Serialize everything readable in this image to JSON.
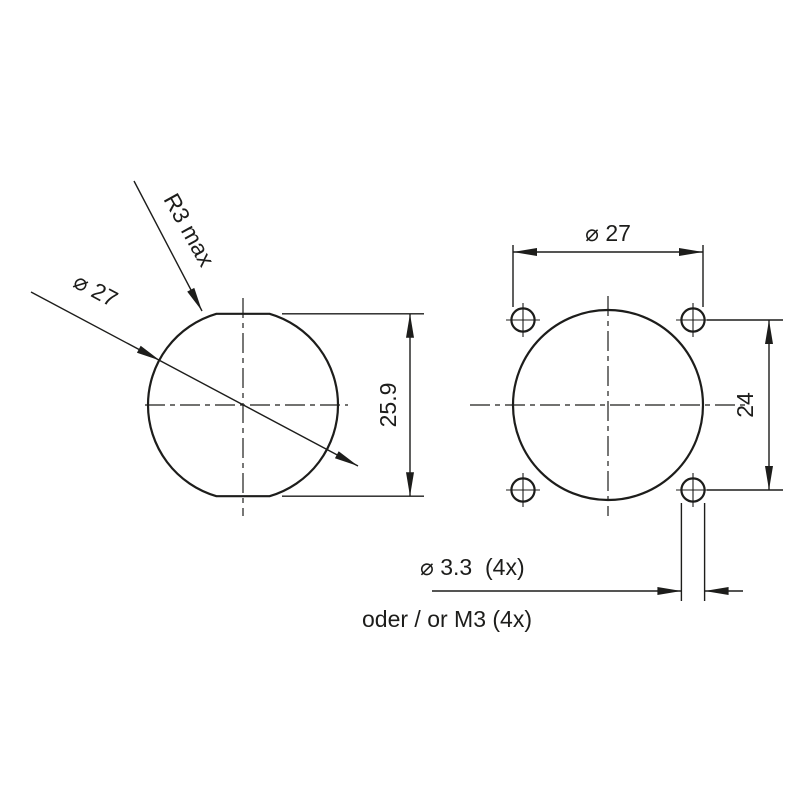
{
  "colors": {
    "background": "#ffffff",
    "line": "#1d1d1b"
  },
  "left_view": {
    "corner_radius_label": "R3 max",
    "diameter_label": "⌀ 27",
    "across_flats_label": "25.9"
  },
  "right_view": {
    "diameter_label": "⌀ 27",
    "hole_pitch_label": "24",
    "hole_diameter_label": "⌀ 3.3  (4x)",
    "hole_thread_label": "oder / or M3 (4x)"
  }
}
